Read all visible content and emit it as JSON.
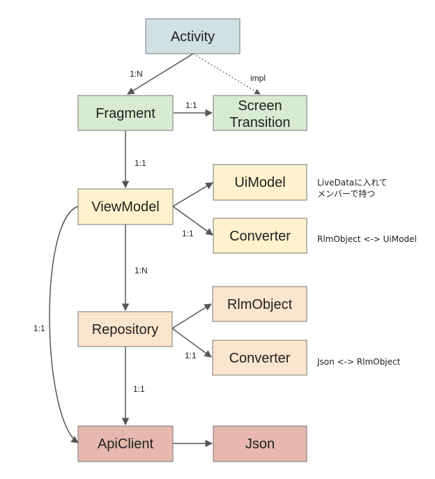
{
  "nodes": {
    "activity": "Activity",
    "fragment": "Fragment",
    "screen_transition": [
      "Screen",
      "Transition"
    ],
    "viewmodel": "ViewModel",
    "uimodel": "UiModel",
    "converter_ui": "Converter",
    "repository": "Repository",
    "rlmobject": "RlmObject",
    "converter_json": "Converter",
    "apiclient": "ApiClient",
    "json": "Json"
  },
  "edges": {
    "activity_fragment": "1:N",
    "activity_screen_transition": "impl",
    "fragment_screen_transition": "1:1",
    "fragment_viewmodel": "1:1",
    "viewmodel_converter": "1:1",
    "viewmodel_repository": "1:N",
    "viewmodel_apiclient": "1:1",
    "repository_converter": "1:1",
    "repository_apiclient": "1:1"
  },
  "notes": {
    "uimodel": [
      "LiveDataに入れて",
      "メンバーで持つ"
    ],
    "converter_ui": "RlmObject <-> UiModel",
    "converter_json": "Json <-> RlmObject"
  },
  "colors": {
    "blue": "#d0e0e3",
    "green": "#d9ead3",
    "yellow": "#fff2cc",
    "orange": "#fce5cd",
    "red": "#e6b8af",
    "border": "#777777",
    "line": "#555555"
  }
}
